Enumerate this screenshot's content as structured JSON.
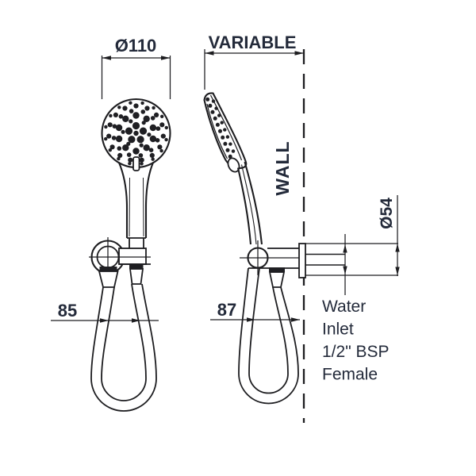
{
  "colors": {
    "line": "#1d1d20",
    "ink": "#1f1f23",
    "text": "#232a3a"
  },
  "dims": {
    "head_diameter": "Ø110",
    "variable": "VARIABLE",
    "wall": "WALL",
    "inlet_diameter": "Ø54",
    "hose_offset_front": "85",
    "hose_offset_side": "87"
  },
  "inlet": {
    "lines": [
      "Water",
      "Inlet",
      "1/2\" BSP",
      "Female"
    ]
  }
}
